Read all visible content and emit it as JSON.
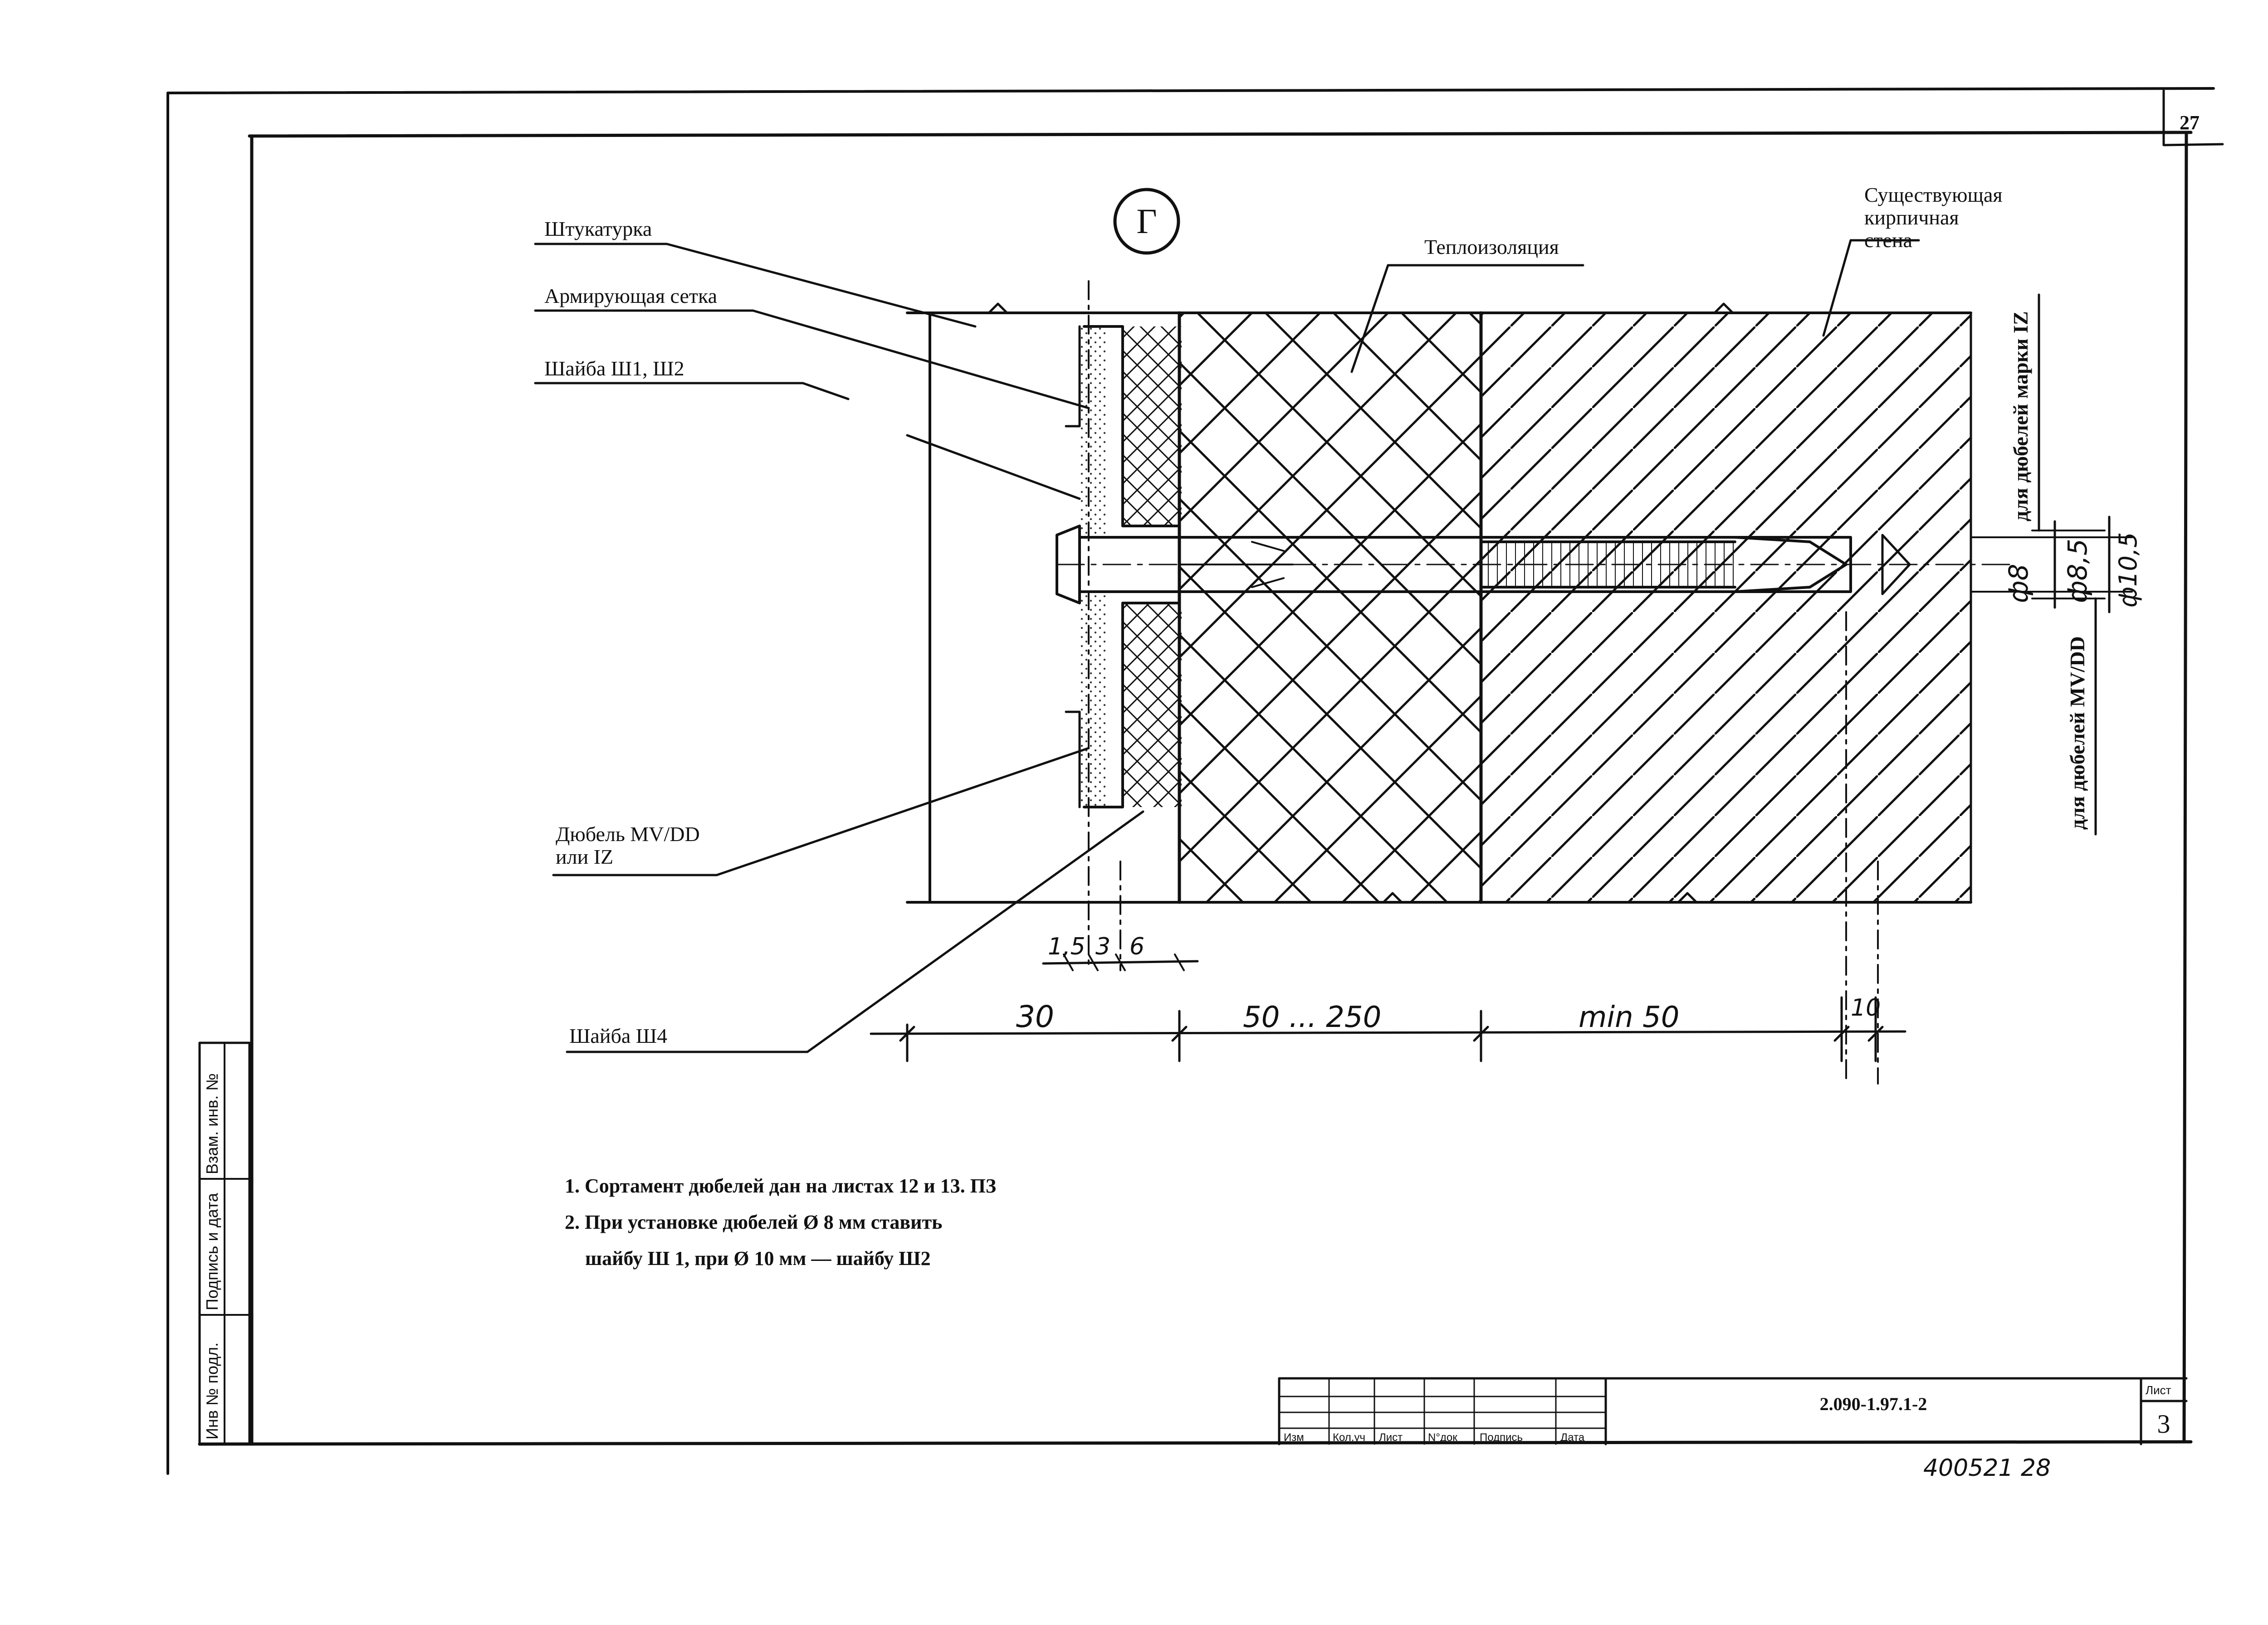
{
  "sheet_number_top": "27",
  "section_marker": "Г",
  "labels": {
    "plaster": "Штукатурка",
    "mesh": "Армирующая сетка",
    "washer_sh1_sh2": "Шайба Ш1, Ш2",
    "dowel_line1": "Дюбель MV/DD",
    "dowel_line2": "или IZ",
    "washer_sh4": "Шайба Ш4",
    "insulation": "Теплоизоляция",
    "wall_line1": "Существующая",
    "wall_line2": "кирпичная",
    "wall_line3": "стена",
    "for_iz": "для дюбелей марки IZ",
    "for_mvdd": "для дюбелей MV/DD"
  },
  "dimensions": {
    "layer_1_5": "1,5",
    "layer_3": "3",
    "layer_6": "6",
    "total_30": "30",
    "insulation_range": "50 ... 250",
    "wall_min": "min 50",
    "end_10": "10",
    "d8": "ф8",
    "d8_5": "ф8,5",
    "d10_5": "ф10,5"
  },
  "notes": [
    "1. Сортамент дюбелей дан на листах 12 и 13. ПЗ",
    "2. При установке дюбелей Ø 8 мм ставить",
    "шайбу Ш 1, при Ø 10 мм — шайбу Ш2"
  ],
  "side_stamp": {
    "col1": "Инв № подл.",
    "col2": "Подпись и дата",
    "col3": "Взам. инв. №"
  },
  "title_block": {
    "headers": [
      "Изм",
      "Кол.уч",
      "Лист",
      "N°док",
      "Подпись",
      "Дата"
    ],
    "doc_code": "2.090-1.97.1-2",
    "sheet_label": "Лист",
    "sheet_number": "3"
  },
  "handwritten_code": "400521  28"
}
